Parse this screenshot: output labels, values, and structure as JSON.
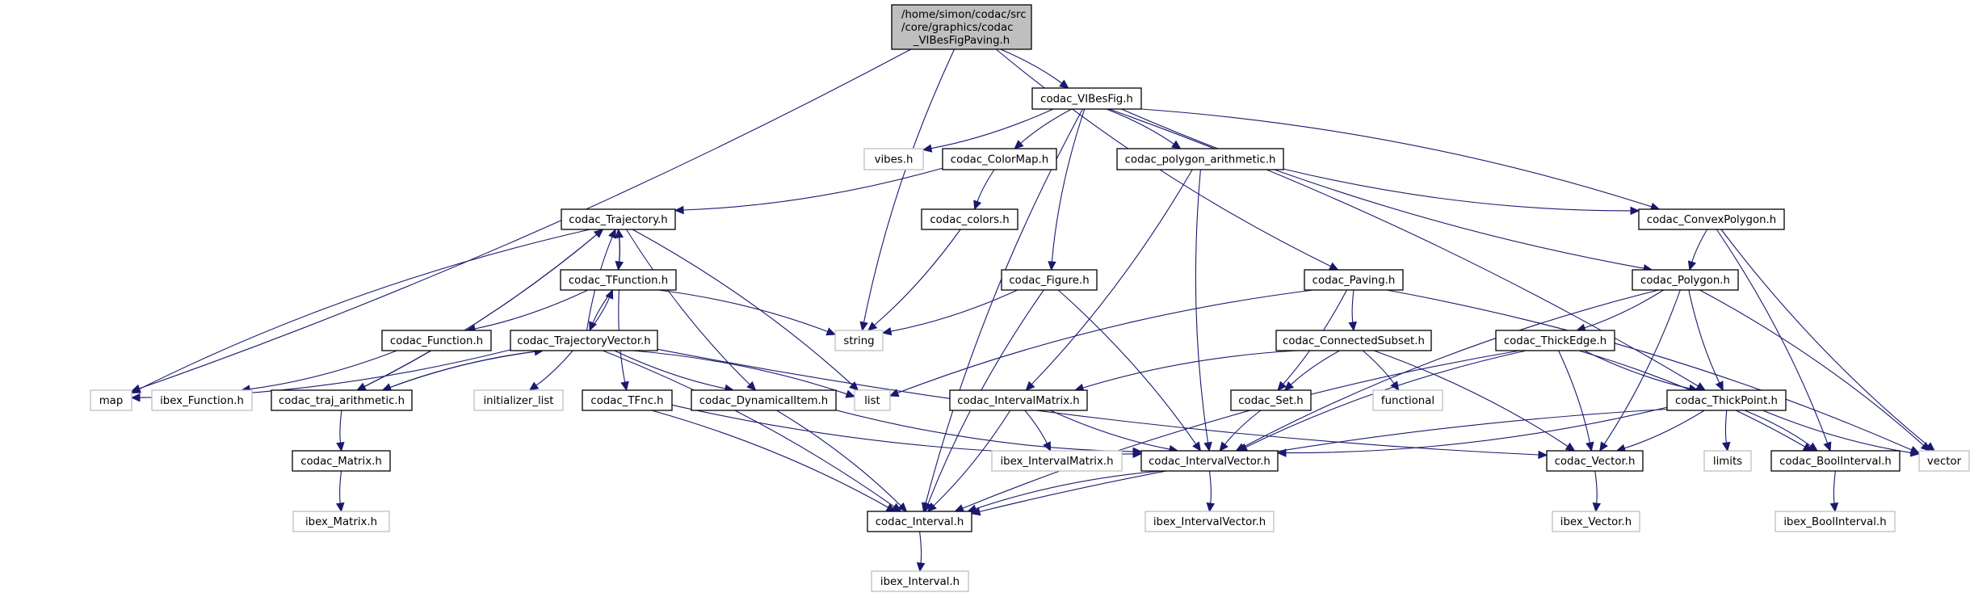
{
  "diagram": {
    "title": "Include dependency graph for codac_VIBesFigPaving.h",
    "colors": {
      "edge": "#191970",
      "root_fill": "#bfbfbf",
      "internal_border": "#000000",
      "external_border": "#bfbfbf"
    },
    "nodes": [
      {
        "id": "root",
        "kind": "root",
        "lines": [
          "/home/simon/codac/src",
          "/core/graphics/codac",
          "_VIBesFigPaving.h"
        ]
      },
      {
        "id": "vibesfig",
        "kind": "internal",
        "lines": [
          "codac_VIBesFig.h"
        ]
      },
      {
        "id": "vibes",
        "kind": "external",
        "lines": [
          "vibes.h"
        ]
      },
      {
        "id": "colormap",
        "kind": "internal",
        "lines": [
          "codac_ColorMap.h"
        ]
      },
      {
        "id": "polyarith",
        "kind": "internal",
        "lines": [
          "codac_polygon_arithmetic.h"
        ]
      },
      {
        "id": "trajectory",
        "kind": "internal",
        "lines": [
          "codac_Trajectory.h"
        ]
      },
      {
        "id": "colors",
        "kind": "internal",
        "lines": [
          "codac_colors.h"
        ]
      },
      {
        "id": "convexpolygon",
        "kind": "internal",
        "lines": [
          "codac_ConvexPolygon.h"
        ]
      },
      {
        "id": "tfunction",
        "kind": "internal",
        "lines": [
          "codac_TFunction.h"
        ]
      },
      {
        "id": "figure",
        "kind": "internal",
        "lines": [
          "codac_Figure.h"
        ]
      },
      {
        "id": "paving",
        "kind": "internal",
        "lines": [
          "codac_Paving.h"
        ]
      },
      {
        "id": "polygon",
        "kind": "internal",
        "lines": [
          "codac_Polygon.h"
        ]
      },
      {
        "id": "function",
        "kind": "internal",
        "lines": [
          "codac_Function.h"
        ]
      },
      {
        "id": "trajvector",
        "kind": "internal",
        "lines": [
          "codac_TrajectoryVector.h"
        ]
      },
      {
        "id": "string",
        "kind": "external",
        "lines": [
          "string"
        ]
      },
      {
        "id": "connectedsubset",
        "kind": "internal",
        "lines": [
          "codac_ConnectedSubset.h"
        ]
      },
      {
        "id": "thickedge",
        "kind": "internal",
        "lines": [
          "codac_ThickEdge.h"
        ]
      },
      {
        "id": "map",
        "kind": "external",
        "lines": [
          "map"
        ]
      },
      {
        "id": "ibexfunction",
        "kind": "external",
        "lines": [
          "ibex_Function.h"
        ]
      },
      {
        "id": "trajarith",
        "kind": "internal",
        "lines": [
          "codac_traj_arithmetic.h"
        ]
      },
      {
        "id": "initlist",
        "kind": "external",
        "lines": [
          "initializer_list"
        ]
      },
      {
        "id": "tfnc",
        "kind": "internal",
        "lines": [
          "codac_TFnc.h"
        ]
      },
      {
        "id": "dynitem",
        "kind": "internal",
        "lines": [
          "codac_DynamicalItem.h"
        ]
      },
      {
        "id": "list",
        "kind": "external",
        "lines": [
          "list"
        ]
      },
      {
        "id": "intervalmatrix",
        "kind": "internal",
        "lines": [
          "codac_IntervalMatrix.h"
        ]
      },
      {
        "id": "set",
        "kind": "internal",
        "lines": [
          "codac_Set.h"
        ]
      },
      {
        "id": "functional",
        "kind": "external",
        "lines": [
          "functional"
        ]
      },
      {
        "id": "thickpoint",
        "kind": "internal",
        "lines": [
          "codac_ThickPoint.h"
        ]
      },
      {
        "id": "matrix",
        "kind": "internal",
        "lines": [
          "codac_Matrix.h"
        ]
      },
      {
        "id": "ibexintervalmatrix",
        "kind": "external",
        "lines": [
          "ibex_IntervalMatrix.h"
        ]
      },
      {
        "id": "intervalvector",
        "kind": "internal",
        "lines": [
          "codac_IntervalVector.h"
        ]
      },
      {
        "id": "vector",
        "kind": "internal",
        "lines": [
          "codac_Vector.h"
        ]
      },
      {
        "id": "limits",
        "kind": "external",
        "lines": [
          "limits"
        ]
      },
      {
        "id": "boolinterval",
        "kind": "internal",
        "lines": [
          "codac_BoolInterval.h"
        ]
      },
      {
        "id": "stdvector",
        "kind": "external",
        "lines": [
          "vector"
        ]
      },
      {
        "id": "ibexmatrix",
        "kind": "external",
        "lines": [
          "ibex_Matrix.h"
        ]
      },
      {
        "id": "interval",
        "kind": "internal",
        "lines": [
          "codac_Interval.h"
        ]
      },
      {
        "id": "ibexintervalvector",
        "kind": "external",
        "lines": [
          "ibex_IntervalVector.h"
        ]
      },
      {
        "id": "ibexvector",
        "kind": "external",
        "lines": [
          "ibex_Vector.h"
        ]
      },
      {
        "id": "ibexboolinterval",
        "kind": "external",
        "lines": [
          "ibex_BoolInterval.h"
        ]
      },
      {
        "id": "ibexinterval",
        "kind": "external",
        "lines": [
          "ibex_Interval.h"
        ]
      }
    ],
    "edges": [
      [
        "root",
        "map"
      ],
      [
        "root",
        "string"
      ],
      [
        "root",
        "vibesfig"
      ],
      [
        "root",
        "paving"
      ],
      [
        "vibesfig",
        "vibes"
      ],
      [
        "vibesfig",
        "colormap"
      ],
      [
        "vibesfig",
        "polyarith"
      ],
      [
        "vibesfig",
        "figure"
      ],
      [
        "vibesfig",
        "convexpolygon"
      ],
      [
        "vibesfig",
        "polygon"
      ],
      [
        "vibesfig",
        "thickpoint"
      ],
      [
        "vibesfig",
        "interval"
      ],
      [
        "colormap",
        "trajectory"
      ],
      [
        "colormap",
        "colors"
      ],
      [
        "colors",
        "string"
      ],
      [
        "polyarith",
        "convexpolygon"
      ],
      [
        "polyarith",
        "intervalmatrix"
      ],
      [
        "polyarith",
        "intervalvector"
      ],
      [
        "trajectory",
        "tfunction"
      ],
      [
        "trajectory",
        "map"
      ],
      [
        "trajectory",
        "list"
      ],
      [
        "trajectory",
        "dynitem"
      ],
      [
        "trajectory",
        "trajarith"
      ],
      [
        "tfunction",
        "trajectory"
      ],
      [
        "tfunction",
        "function"
      ],
      [
        "tfunction",
        "trajvector"
      ],
      [
        "tfunction",
        "string"
      ],
      [
        "tfunction",
        "tfnc"
      ],
      [
        "trajvector",
        "trajectory"
      ],
      [
        "trajvector",
        "tfunction"
      ],
      [
        "trajvector",
        "map"
      ],
      [
        "trajvector",
        "trajarith"
      ],
      [
        "trajvector",
        "initlist"
      ],
      [
        "trajvector",
        "dynitem"
      ],
      [
        "trajvector",
        "list"
      ],
      [
        "trajvector",
        "vector"
      ],
      [
        "trajvector",
        "interval"
      ],
      [
        "trajarith",
        "trajectory"
      ],
      [
        "trajarith",
        "trajvector"
      ],
      [
        "trajarith",
        "matrix"
      ],
      [
        "function",
        "ibexfunction"
      ],
      [
        "matrix",
        "ibexmatrix"
      ],
      [
        "tfnc",
        "interval"
      ],
      [
        "tfnc",
        "intervalvector"
      ],
      [
        "dynitem",
        "interval"
      ],
      [
        "dynitem",
        "intervalvector"
      ],
      [
        "figure",
        "string"
      ],
      [
        "figure",
        "interval"
      ],
      [
        "figure",
        "intervalvector"
      ],
      [
        "paving",
        "connectedsubset"
      ],
      [
        "paving",
        "set"
      ],
      [
        "paving",
        "list"
      ],
      [
        "paving",
        "stdvector"
      ],
      [
        "connectedsubset",
        "set"
      ],
      [
        "connectedsubset",
        "functional"
      ],
      [
        "connectedsubset",
        "intervalmatrix"
      ],
      [
        "connectedsubset",
        "vector"
      ],
      [
        "set",
        "intervalvector"
      ],
      [
        "intervalmatrix",
        "ibexintervalmatrix"
      ],
      [
        "intervalmatrix",
        "intervalvector"
      ],
      [
        "intervalmatrix",
        "interval"
      ],
      [
        "intervalvector",
        "interval"
      ],
      [
        "intervalvector",
        "ibexintervalvector"
      ],
      [
        "convexpolygon",
        "polygon"
      ],
      [
        "convexpolygon",
        "boolinterval"
      ],
      [
        "convexpolygon",
        "stdvector"
      ],
      [
        "polygon",
        "thickedge"
      ],
      [
        "polygon",
        "thickpoint"
      ],
      [
        "polygon",
        "vector"
      ],
      [
        "polygon",
        "intervalvector"
      ],
      [
        "polygon",
        "stdvector"
      ],
      [
        "thickedge",
        "thickpoint"
      ],
      [
        "thickedge",
        "vector"
      ],
      [
        "thickedge",
        "intervalvector"
      ],
      [
        "thickedge",
        "boolinterval"
      ],
      [
        "thickedge",
        "interval"
      ],
      [
        "thickpoint",
        "vector"
      ],
      [
        "thickpoint",
        "limits"
      ],
      [
        "thickpoint",
        "boolinterval"
      ],
      [
        "thickpoint",
        "stdvector"
      ],
      [
        "thickpoint",
        "intervalvector"
      ],
      [
        "thickpoint",
        "interval"
      ],
      [
        "vector",
        "ibexvector"
      ],
      [
        "boolinterval",
        "ibexboolinterval"
      ],
      [
        "interval",
        "ibexinterval"
      ]
    ]
  }
}
